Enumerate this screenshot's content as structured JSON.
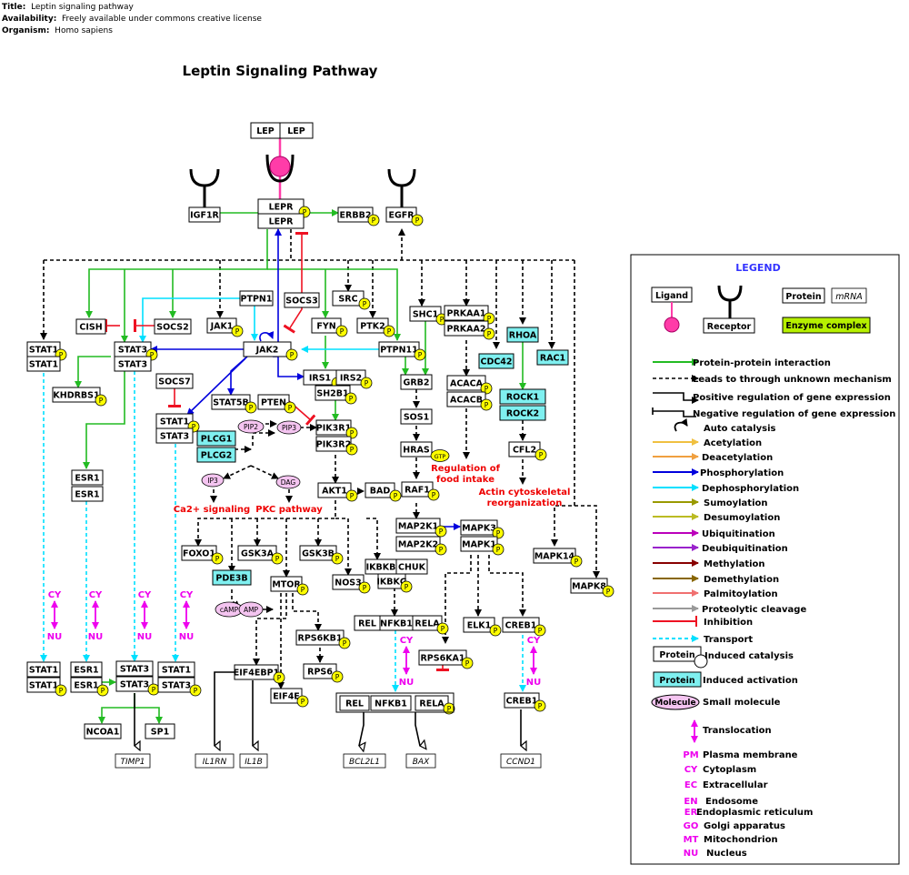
{
  "meta": {
    "title_label": "Title:",
    "title_value": "Leptin signaling pathway",
    "availability_label": "Availability:",
    "availability_value": "Freely available under commons creative license",
    "organism_label": "Organism:",
    "organism_value": "Homo sapiens"
  },
  "diagram_title": "Leptin Signaling Pathway",
  "colors": {
    "ppi": "#22bb22",
    "phosphorylation": "#0000dd",
    "dephosphorylation": "#00e0ff",
    "inhibition": "#ee1122",
    "translocation": "#ee00ee",
    "transport": "#00e0ff",
    "activation_box": "#7ff0f0",
    "enzyme_complex": "#b6f000",
    "ligand": "#ff3ca8",
    "phospho_badge": "#ffff00",
    "annotation_red": "#ee0000",
    "legend_title": "#3333ff"
  },
  "nodes": {
    "lep_a": "LEP",
    "lep_b": "LEP",
    "lepr_a": "LEPR",
    "lepr_b": "LEPR",
    "igf1r": "IGF1R",
    "erbb2": "ERBB2",
    "egfr": "EGFR",
    "cish": "CISH",
    "socs2": "SOCS2",
    "ptpn1": "PTPN1",
    "socs3": "SOCS3",
    "src": "SRC",
    "fyn": "FYN",
    "ptk2": "PTK2",
    "shc1": "SHC1",
    "prkaa1": "PRKAA1",
    "prkaa2": "PRKAA2",
    "cdc42": "CDC42",
    "rhoa": "RHOA",
    "rac1": "RAC1",
    "stat1_a": "STAT1",
    "stat1_b": "STAT1",
    "stat3_a": "STAT3",
    "stat3_b": "STAT3",
    "jak1": "JAK1",
    "jak2": "JAK2",
    "ptpn11": "PTPN11",
    "khdrbs1": "KHDRBS1",
    "socs7": "SOCS7",
    "stat5b": "STAT5B",
    "pten": "PTEN",
    "irs1": "IRS1",
    "irs2": "IRS2",
    "sh2b1": "SH2B1",
    "grb2": "GRB2",
    "acaca": "ACACA",
    "acacb": "ACACB",
    "rock1": "ROCK1",
    "rock2": "ROCK2",
    "stat1c_a": "STAT1",
    "stat3c_b": "STAT3",
    "pip2": "PIP2",
    "pip3": "PIP3",
    "pik3r1": "PIK3R1",
    "pik3r2": "PIK3R2",
    "sos1": "SOS1",
    "cfl2": "CFL2",
    "esr1_a": "ESR1",
    "esr1_b": "ESR1",
    "plcg1": "PLCG1",
    "plcg2": "PLCG2",
    "hras": "HRAS",
    "gtp": "GTP",
    "ip3": "IP3",
    "dag": "DAG",
    "akt1": "AKT1",
    "bad": "BAD",
    "raf1": "RAF1",
    "map2k1": "MAP2K1",
    "map2k2": "MAP2K2",
    "mapk3": "MAPK3",
    "mapk1": "MAPK1",
    "foxo1": "FOXO1",
    "gsk3a": "GSK3A",
    "gsk3b": "GSK3B",
    "pde3b": "PDE3B",
    "mtor": "MTOR",
    "ikbkb": "IKBKB",
    "chuk": "CHUK",
    "ikbkg": "IKBKG",
    "nos3": "NOS3",
    "mapk14": "MAPK14",
    "mapk8": "MAPK8",
    "camp": "cAMP",
    "amp": "AMP",
    "rps6kb1": "RPS6KB1",
    "rel_a": "REL",
    "nfkb1_a": "NFKB1",
    "rela_a": "RELA",
    "elk1": "ELK1",
    "creb1_a": "CREB1",
    "rps6ka1": "RPS6KA1",
    "rps6": "RPS6",
    "stat1n_a": "STAT1",
    "stat1n_b": "STAT1",
    "esr1n_a": "ESR1",
    "esr1n_b": "ESR1",
    "stat3n_a": "STAT3",
    "stat3n_b": "STAT3",
    "stat1m_a": "STAT1",
    "stat3m_b": "STAT3",
    "eif4ebp1": "EIF4EBP1",
    "eif4e": "EIF4E",
    "rel_b": "REL",
    "nfkb1_b": "NFKB1",
    "rela_b": "RELA",
    "creb1_b": "CREB1",
    "ncoa1": "NCOA1",
    "sp1": "SP1",
    "timp1": "TIMP1",
    "il1rn": "IL1RN",
    "il1b": "IL1B",
    "bcl2l1": "BCL2L1",
    "bax": "BAX",
    "ccnd1": "CCND1"
  },
  "badge_label": "P",
  "annotations": {
    "regulation_line1": "Regulation of",
    "regulation_line2": "food intake",
    "actin_line1": "Actin cytoskeletal",
    "actin_line2": "reorganization",
    "ca2": "Ca2+ signaling",
    "pkc": "PKC pathway",
    "cy": "CY",
    "nu": "NU"
  },
  "legend": {
    "title": "LEGEND",
    "ligand": "Ligand",
    "receptor": "Receptor",
    "protein": "Protein",
    "mrna": "mRNA",
    "enzyme_complex": "Enzyme complex",
    "items": [
      "Protein-protein interaction",
      "Leads to through unknown mechanism",
      "Positive regulation of gene expression",
      "Negative regulation of gene expression",
      "Auto catalysis",
      "Acetylation",
      "Deacetylation",
      "Phosphorylation",
      "Dephosphorylation",
      "Sumoylation",
      "Desumoylation",
      "Ubiquitination",
      "Deubiquitination",
      "Methylation",
      "Demethylation",
      "Palmitoylation",
      "Proteolytic cleavage",
      "Inhibition",
      "Transport"
    ],
    "induced_catalysis_box": "Protein",
    "induced_catalysis": "Induced catalysis",
    "induced_activation_box": "Protein",
    "induced_activation": "Induced activation",
    "small_molecule_box": "Molecule",
    "small_molecule": "Small molecule",
    "translocation": "Translocation",
    "compartments": [
      {
        "code": "PM",
        "name": "Plasma membrane"
      },
      {
        "code": "CY",
        "name": "Cytoplasm"
      },
      {
        "code": "EC",
        "name": "Extracellular"
      },
      {
        "code": "EN",
        "name": "Endosome"
      },
      {
        "code": "ER",
        "name": "Endoplasmic reticulum"
      },
      {
        "code": "GO",
        "name": "Golgi apparatus"
      },
      {
        "code": "MT",
        "name": "Mitochondrion"
      },
      {
        "code": "NU",
        "name": "Nucleus"
      }
    ]
  }
}
